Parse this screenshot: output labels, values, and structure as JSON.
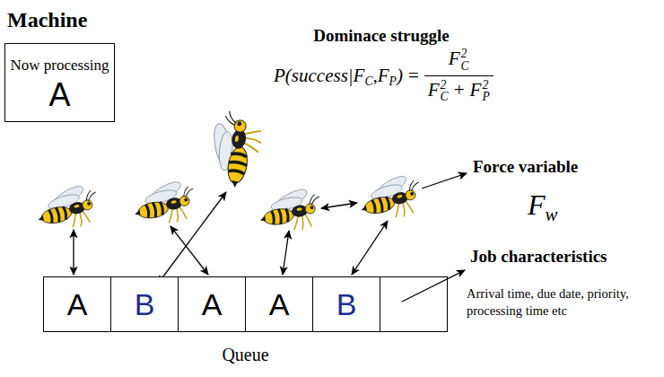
{
  "diagram": {
    "nodes": [
      {
        "text": [
          "Machine",
          "Now processing",
          "A"
        ]
      },
      {
        "text": [
          "Queue"
        ]
      },
      {
        "text": [
          "A"
        ],
        "in": 1
      },
      {
        "text": [
          "B"
        ],
        "in": 1
      },
      {
        "text": [
          "A"
        ],
        "in": 1
      },
      {
        "text": [
          "A"
        ],
        "in": 1
      },
      {
        "text": [
          "B"
        ],
        "in": 1
      }
    ],
    "labels": [
      "Dominace struggle",
      "P(success|",
      "F",
      "C",
      ",",
      "F",
      "P",
      ")",
      "=",
      "F",
      "C",
      "2",
      "F",
      "C",
      "2",
      "+",
      "F",
      "P",
      "2",
      "Force variable",
      "F",
      "w",
      "Job characteristics",
      "Arrival time, due date, priority, processing time etc"
    ]
  }
}
